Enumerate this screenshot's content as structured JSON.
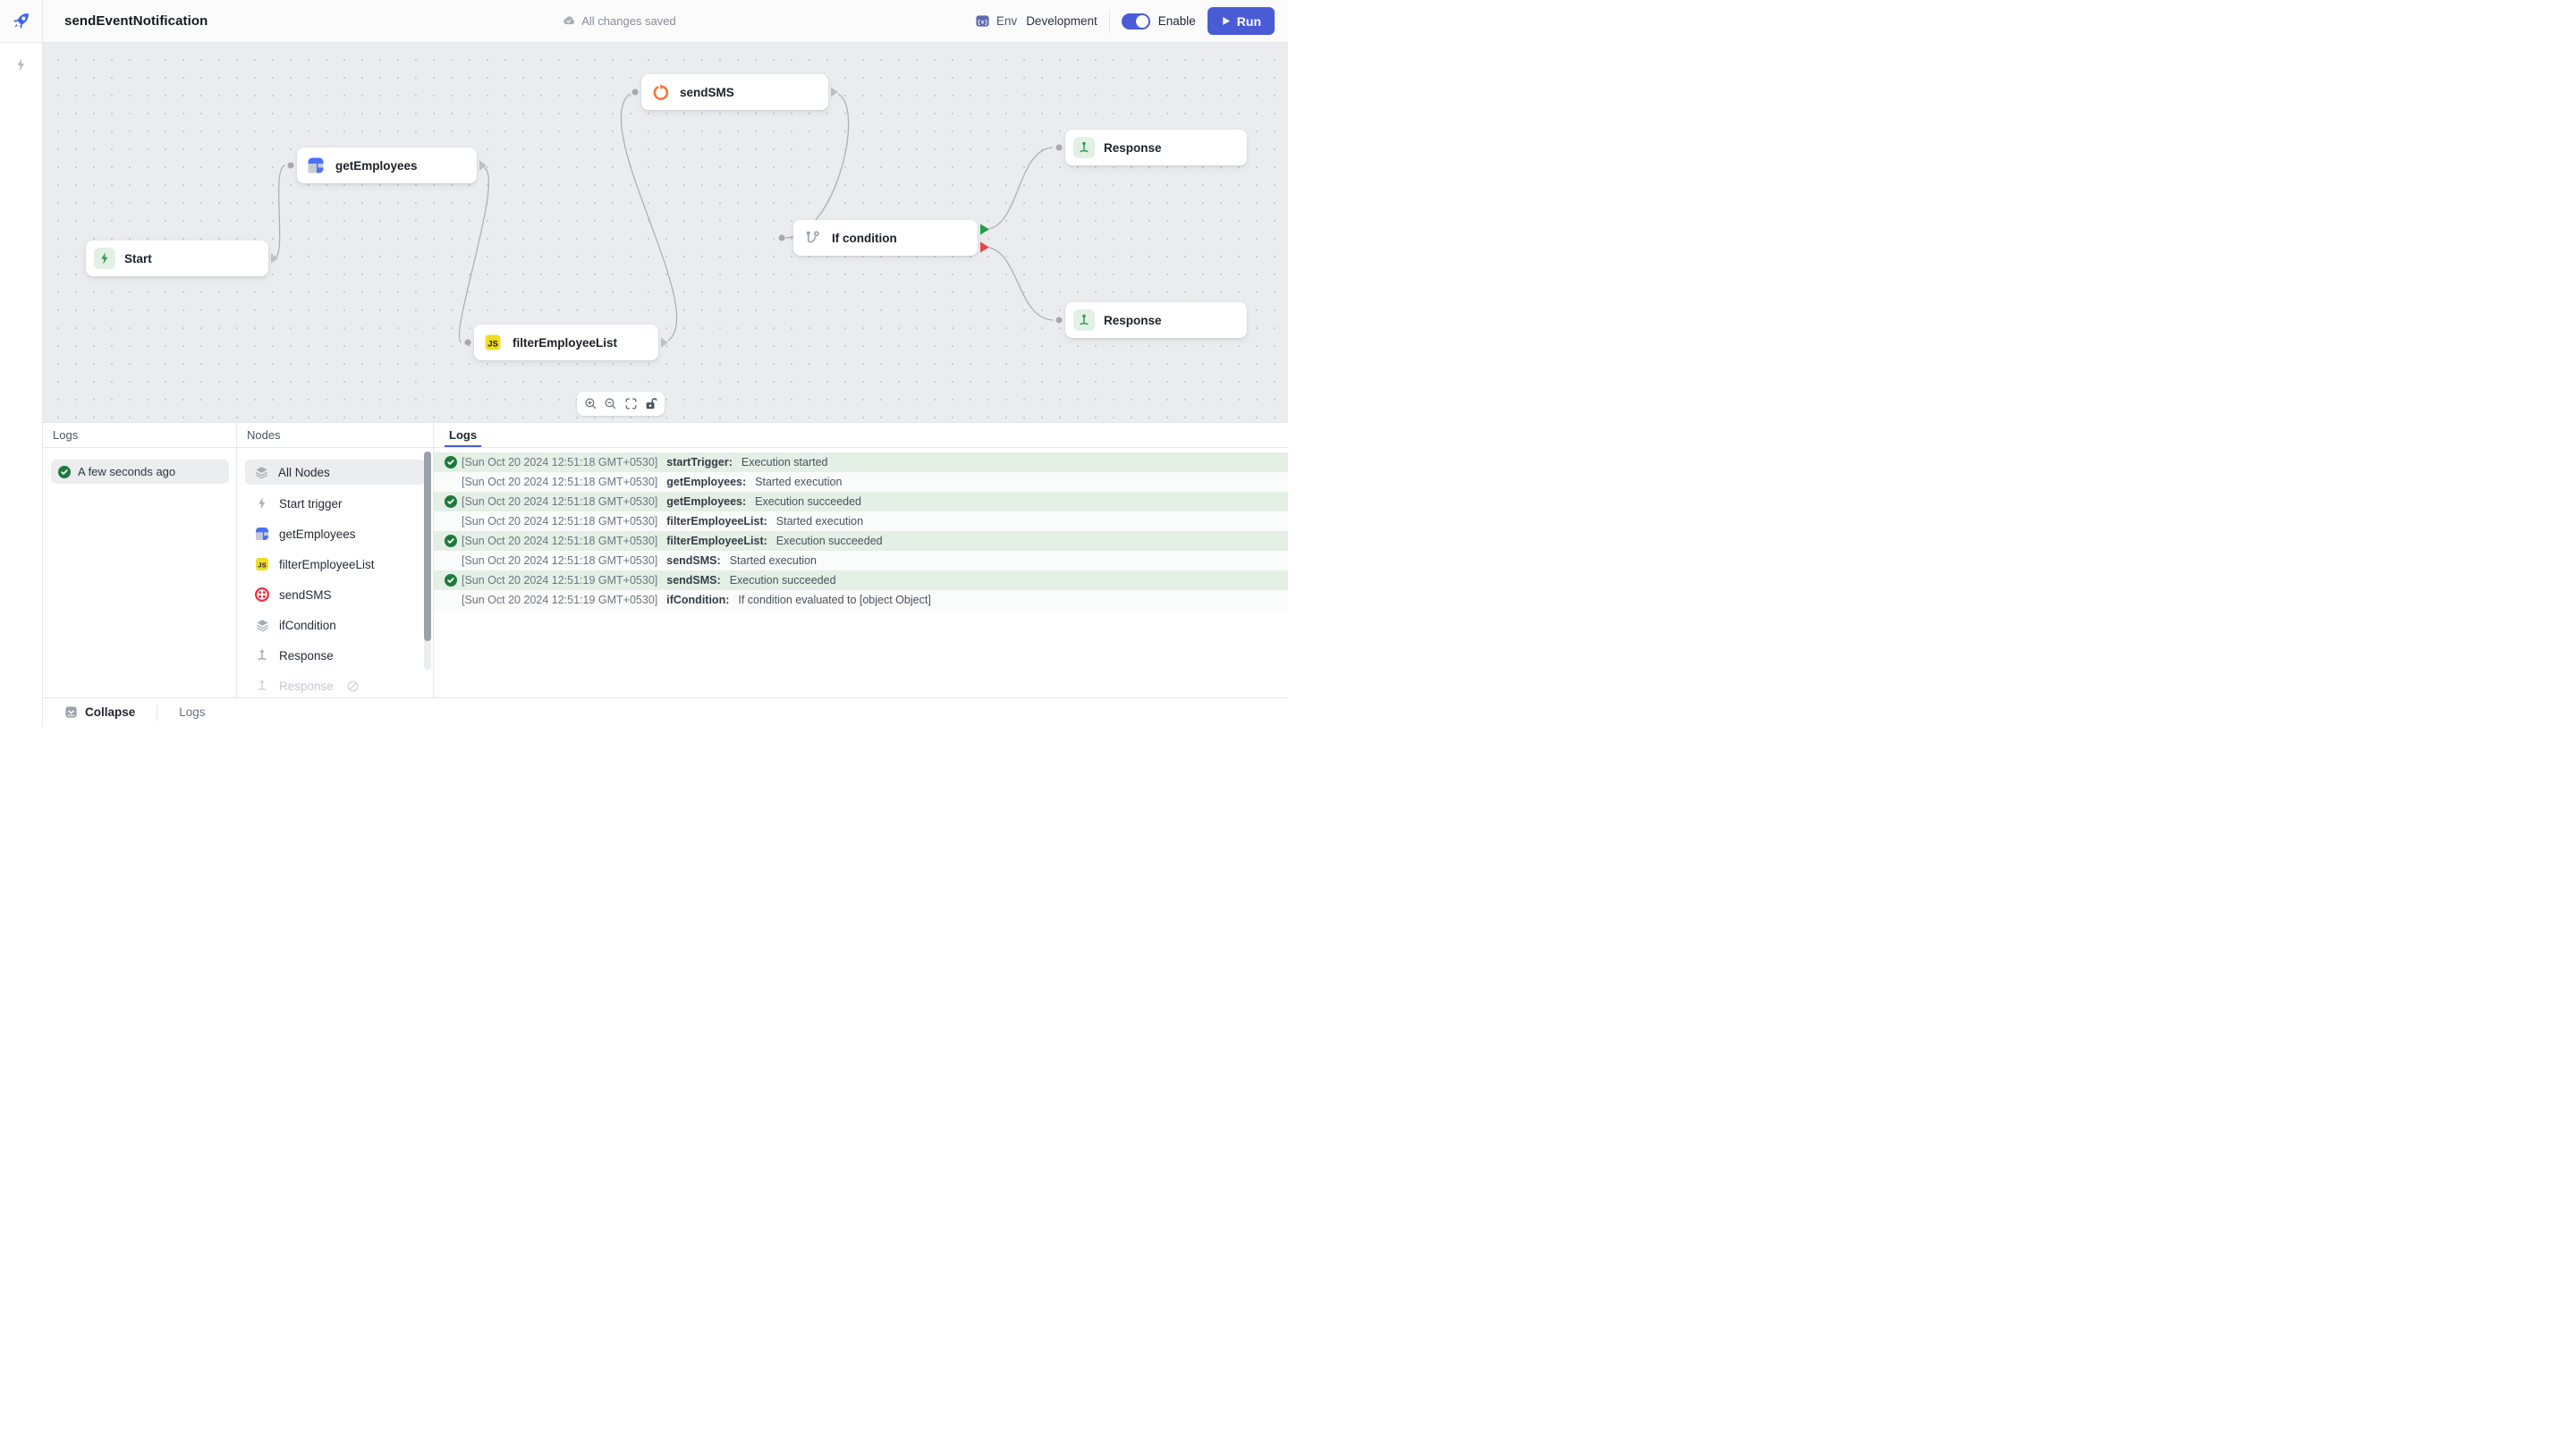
{
  "topbar": {
    "title": "sendEventNotification",
    "save_status": "All changes saved",
    "env_label": "Env",
    "env_value": "Development",
    "enable_label": "Enable",
    "run_label": "Run"
  },
  "canvas": {
    "nodes": [
      {
        "label": "Start",
        "icon": "lightning-green-icon"
      },
      {
        "label": "getEmployees",
        "icon": "table-blue-icon"
      },
      {
        "label": "sendSMS",
        "icon": "loop-orange-icon"
      },
      {
        "label": "filterEmployeeList",
        "icon": "js-yellow-icon"
      },
      {
        "label": "If condition",
        "icon": "branch-gray-icon"
      },
      {
        "label": "Response",
        "icon": "pin-green-icon"
      },
      {
        "label": "Response",
        "icon": "pin-green-icon"
      }
    ],
    "toolbar_icons": [
      "zoom-in",
      "zoom-out",
      "fit-view",
      "lock"
    ]
  },
  "panel": {
    "runs": {
      "header": "Logs",
      "items": [
        {
          "label": "A few seconds ago",
          "status": "success"
        }
      ]
    },
    "nodes": {
      "header": "Nodes",
      "items": [
        {
          "label": "All Nodes",
          "icon": "layers-icon",
          "selected": true
        },
        {
          "label": "Start trigger",
          "icon": "lightning-icon"
        },
        {
          "label": "getEmployees",
          "icon": "table-blue-icon"
        },
        {
          "label": "filterEmployeeList",
          "icon": "js-yellow-icon"
        },
        {
          "label": "sendSMS",
          "icon": "twilio-icon"
        },
        {
          "label": "ifCondition",
          "icon": "layers-icon"
        },
        {
          "label": "Response",
          "icon": "pin-icon"
        },
        {
          "label": "Response",
          "icon": "pin-icon",
          "disabled": true
        }
      ]
    },
    "logs": {
      "tab": "Logs",
      "rows": [
        {
          "timestamp": "[Sun Oct 20 2024 12:51:18 GMT+0530]",
          "source": "startTrigger:",
          "message": "Execution started",
          "success": true
        },
        {
          "timestamp": "[Sun Oct 20 2024 12:51:18 GMT+0530]",
          "source": "getEmployees:",
          "message": "Started execution",
          "success": false
        },
        {
          "timestamp": "[Sun Oct 20 2024 12:51:18 GMT+0530]",
          "source": "getEmployees:",
          "message": "Execution succeeded",
          "success": true
        },
        {
          "timestamp": "[Sun Oct 20 2024 12:51:18 GMT+0530]",
          "source": "filterEmployeeList:",
          "message": "Started execution",
          "success": false
        },
        {
          "timestamp": "[Sun Oct 20 2024 12:51:18 GMT+0530]",
          "source": "filterEmployeeList:",
          "message": "Execution succeeded",
          "success": true
        },
        {
          "timestamp": "[Sun Oct 20 2024 12:51:18 GMT+0530]",
          "source": "sendSMS:",
          "message": "Started execution",
          "success": false
        },
        {
          "timestamp": "[Sun Oct 20 2024 12:51:19 GMT+0530]",
          "source": "sendSMS:",
          "message": "Execution succeeded",
          "success": true
        },
        {
          "timestamp": "[Sun Oct 20 2024 12:51:19 GMT+0530]",
          "source": "ifCondition:",
          "message": "If condition evaluated to [object Object]",
          "success": false
        }
      ]
    }
  },
  "bottombar": {
    "collapse_label": "Collapse",
    "logs_label": "Logs"
  },
  "colors": {
    "accent_blue": "#4A5BD6",
    "success_green": "#1D7A3E",
    "success_row_bg": "#E4EFE6",
    "twilio_red": "#F22F46",
    "js_yellow": "#F2DC22",
    "loop_orange": "#F4793B",
    "node_blue": "#4A72F5",
    "canvas_bg": "#EBECEF"
  }
}
